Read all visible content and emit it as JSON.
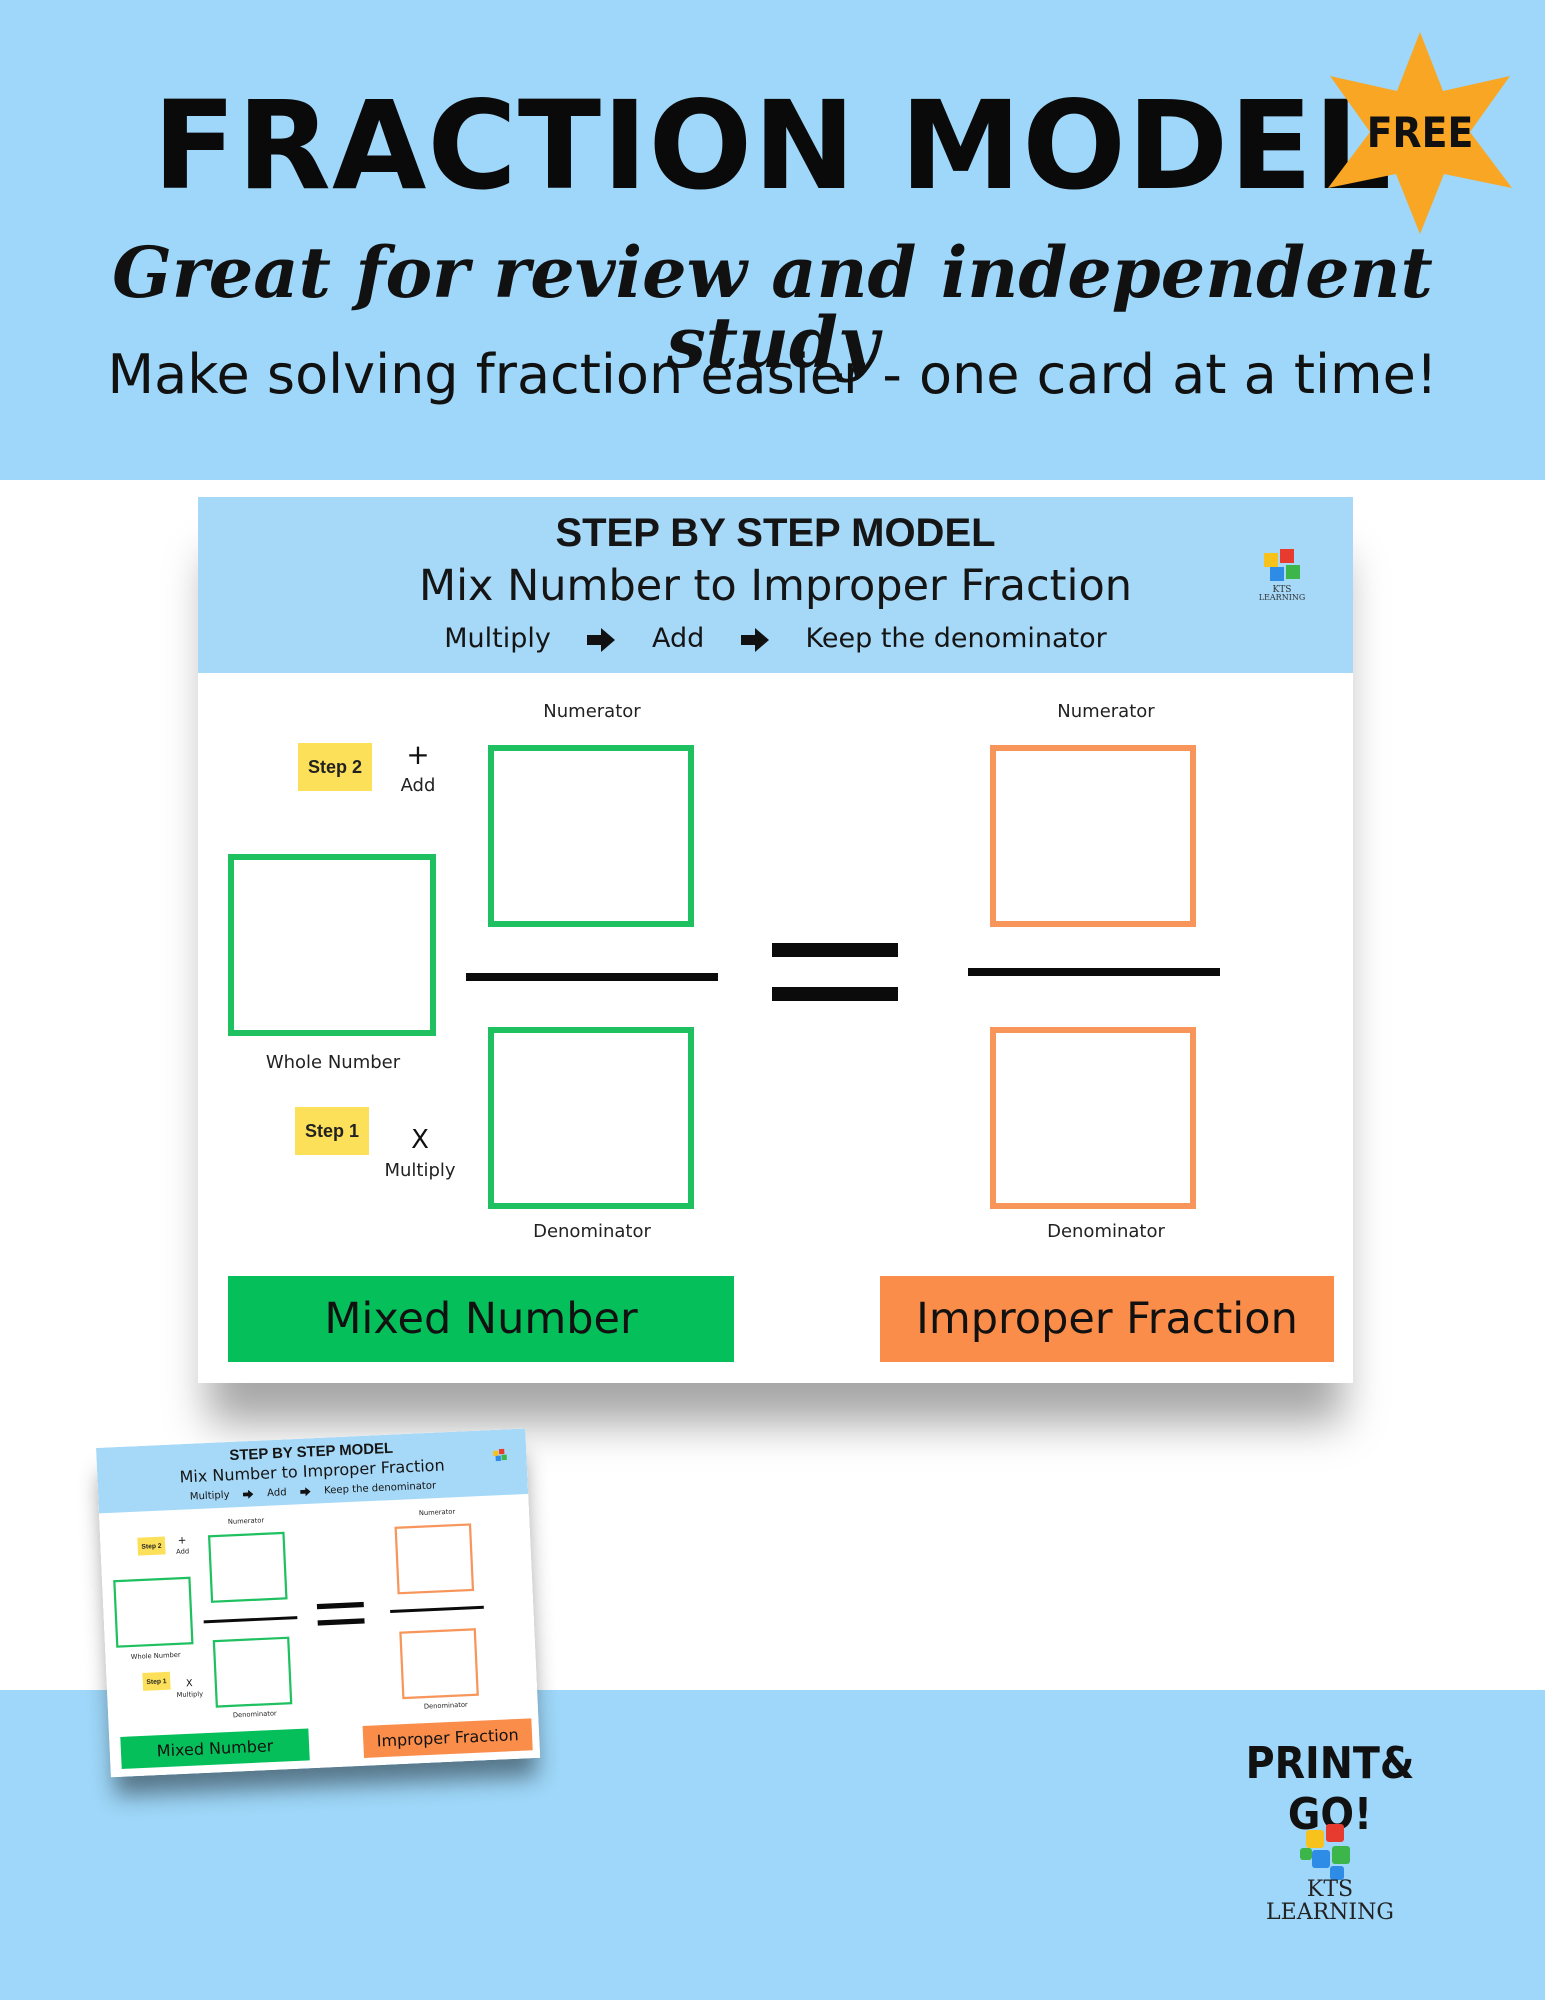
{
  "header": {
    "title": "FRACTION MODEL",
    "badge": "FREE",
    "script_line": "Great for review and independent study",
    "tagline": "Make solving fraction easier - one card at a time!"
  },
  "card": {
    "title": "STEP BY STEP MODEL",
    "subtitle": "Mix Number to Improper Fraction",
    "steps": [
      "Multiply",
      "Add",
      "Keep the denominator"
    ],
    "logo_text": [
      "KTS",
      "LEARNING"
    ],
    "labels": {
      "numerator": "Numerator",
      "denominator": "Denominator",
      "whole_number": "Whole Number",
      "step2": "Step 2",
      "plus": "+",
      "add": "Add",
      "step1": "Step 1",
      "times": "X",
      "multiply": "Multiply"
    },
    "mixed_label": "Mixed Number",
    "improper_label": "Improper Fraction"
  },
  "footer": {
    "print_go": "PRINT& GO!",
    "logo_lines": [
      "KTS",
      "LEARNING"
    ]
  },
  "colors": {
    "band": "#9ed7f9",
    "green": "#1fc060",
    "orange": "#f7955a",
    "star": "#f8a623",
    "step_badge": "#fde05a"
  }
}
